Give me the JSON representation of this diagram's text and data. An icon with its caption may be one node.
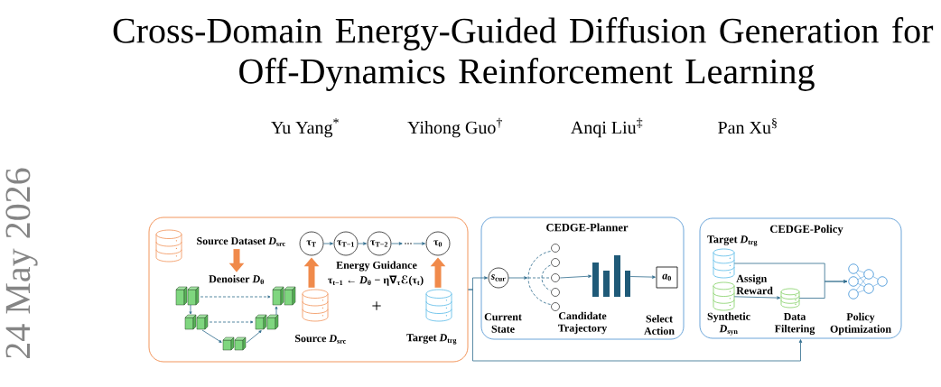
{
  "diagram": {
    "title": "Cross-Domain Energy-Guided Diffusion Generation for Off-Dynamics Reinforcement Learning",
    "nodes": [
      {
        "text": [],
        "shape": "box"
      },
      {
        "text": [
          "Source Dataset *D*$_{src}$"
        ],
        "in": 0
      },
      {
        "text": [
          "Denoiser *D*$_{θ}$"
        ],
        "in": 0
      },
      {
        "text": [
          "τ$_{T}$"
        ],
        "in": 0
      },
      {
        "text": [
          "τ$_{T−1}$"
        ],
        "in": 0
      },
      {
        "text": [
          "τ$_{T−2}$"
        ],
        "in": 0
      },
      {
        "text": [
          "..."
        ],
        "in": 0
      },
      {
        "text": [
          "τ$_{0}$"
        ],
        "in": 0
      },
      {
        "text": [
          "Source *D*$_{src}$"
        ],
        "in": 0
      },
      {
        "text": [
          "Target *D*$_{trg}$"
        ],
        "in": 0
      },
      {
        "text": [
          "CEDGE-Planner"
        ]
      },
      {
        "text": [
          "*s*$_{cur}$"
        ],
        "in": 10
      },
      {
        "text": [],
        "shape": "picture",
        "beside": [
          "Candidate Trajectory"
        ],
        "in": 10
      },
      {
        "text": [],
        "shape": "bar",
        "in": 10
      },
      {
        "text": [
          "*a*$_{0}$"
        ],
        "beside": [
          "Select Action"
        ],
        "in": 10
      },
      {
        "text": [
          "CEDGE-Policy"
        ]
      },
      {
        "text": [
          "Target *D*$_{trg}$"
        ],
        "in": 15
      },
      {
        "text": [
          "Synthetic *D*$_{syn}$"
        ],
        "in": 15
      },
      {
        "text": [
          "Data Filtering"
        ],
        "in": 15
      },
      {
        "text": [
          "Policy Optimization"
        ],
        "in": 15
      }
    ],
    "edges": [
      {
        "from": 1,
        "to": 2,
        "arrow": "to",
        "style": "thick",
        "color": "#f08a4b"
      },
      {
        "from": 3,
        "to": 4,
        "arrow": "to"
      },
      {
        "from": 4,
        "to": 5,
        "arrow": "to"
      },
      {
        "from": 5,
        "to": 6,
        "arrow": "to"
      },
      {
        "from": 6,
        "to": 7,
        "arrow": "to"
      },
      {
        "from": 8,
        "to": 3,
        "arrow": "to",
        "style": "thick",
        "color": "#f08a4b"
      },
      {
        "from": 9,
        "to": 7,
        "arrow": "to",
        "style": "thick",
        "color": "#f08a4b"
      },
      {
        "from": 0,
        "to": 11,
        "arrow": "to"
      },
      {
        "from": 0,
        "to": 15,
        "arrow": "to"
      },
      {
        "from": 11,
        "to": 12,
        "arrow": "to"
      },
      {
        "from": 12,
        "to": 13,
        "arrow": "to"
      },
      {
        "from": 13,
        "to": 14,
        "arrow": "to"
      },
      {
        "from": 17,
        "to": 18,
        "arrow": "to",
        "label": "Assign Reward"
      },
      {
        "from": 16,
        "to": 19,
        "arrow": "to"
      },
      {
        "from": 18,
        "to": 19,
        "arrow": "to"
      }
    ],
    "labels": [
      "Yu Yang$^{*}$",
      "Yihong Guo$^{†}$",
      "Anqi Liu$^{‡}$",
      "Pan Xu$^{§}$",
      "24 May 2026",
      "Energy Guidance",
      "τ$_{t−1}$ ← *D*$_{θ}$ − η∇$_{τ}$ℰ(τ$_{t}$)",
      "+",
      "Current State"
    ]
  }
}
